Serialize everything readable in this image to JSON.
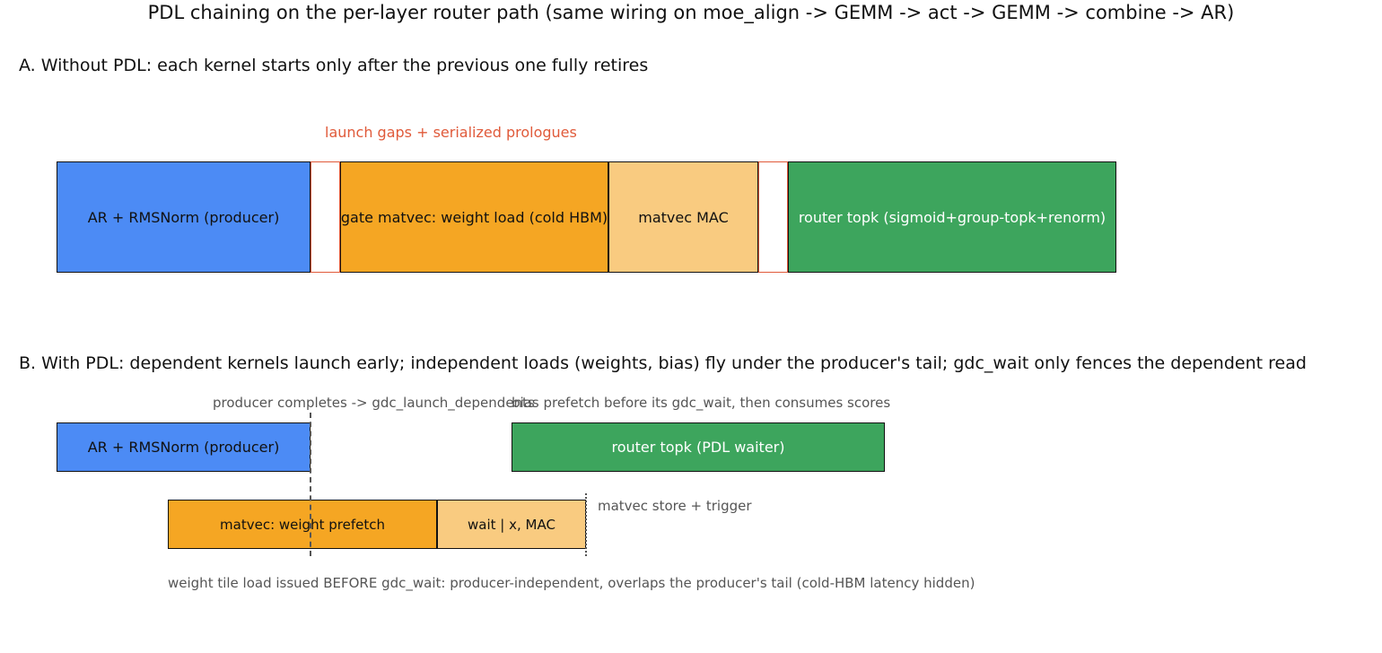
{
  "title": "PDL chaining on the per-layer router path (same wiring on moe_align -> GEMM -> act -> GEMM -> combine -> AR)",
  "colors": {
    "producer": "#4c8bf5",
    "weight": "#f5a623",
    "mac": "#f9cb80",
    "router": "#3da55d",
    "gap_border": "#e05a3a"
  },
  "section_a": {
    "heading": "A. Without PDL: each kernel starts only after the previous one fully retires",
    "gap_note": "launch gaps + serialized prologues",
    "boxes": {
      "producer": "AR + RMSNorm (producer)",
      "gate_matvec": "gate matvec: weight load (cold HBM)",
      "matvec_mac": "matvec MAC",
      "router_topk": "router topk (sigmoid+group-topk+renorm)"
    }
  },
  "section_b": {
    "heading": "B. With PDL: dependent kernels launch early; independent loads (weights, bias) fly under the producer's tail; gdc_wait only fences the dependent read",
    "producer_note": "producer completes -> gdc_launch_dependents",
    "bias_note": "bias prefetch before its gdc_wait, then consumes scores",
    "store_note": "matvec store + trigger",
    "bottom_note": "weight tile load issued BEFORE gdc_wait: producer-independent, overlaps the producer's tail (cold-HBM latency hidden)",
    "boxes": {
      "producer": "AR + RMSNorm (producer)",
      "router": "router topk (PDL waiter)",
      "weight_prefetch": "matvec: weight prefetch",
      "wait_mac": "wait | x, MAC"
    }
  }
}
